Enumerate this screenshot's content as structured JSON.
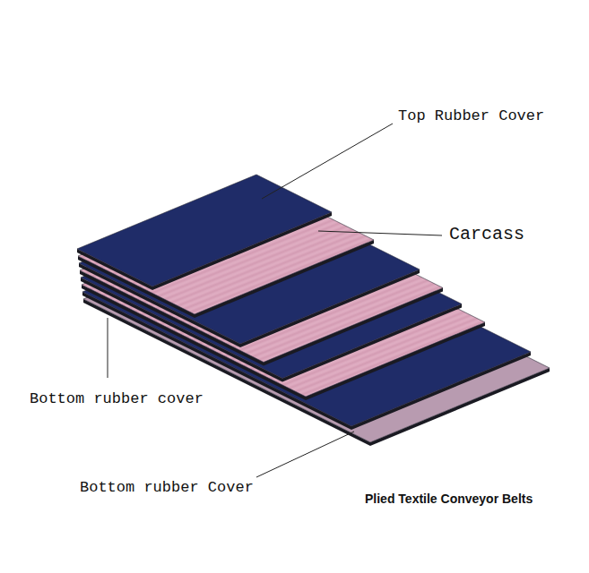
{
  "diagram": {
    "caption": "Plied Textile Conveyor Belts",
    "labels": [
      "Top Rubber Cover",
      "Carcass",
      "Bottom rubber cover",
      "Bottom rubber Cover"
    ]
  }
}
